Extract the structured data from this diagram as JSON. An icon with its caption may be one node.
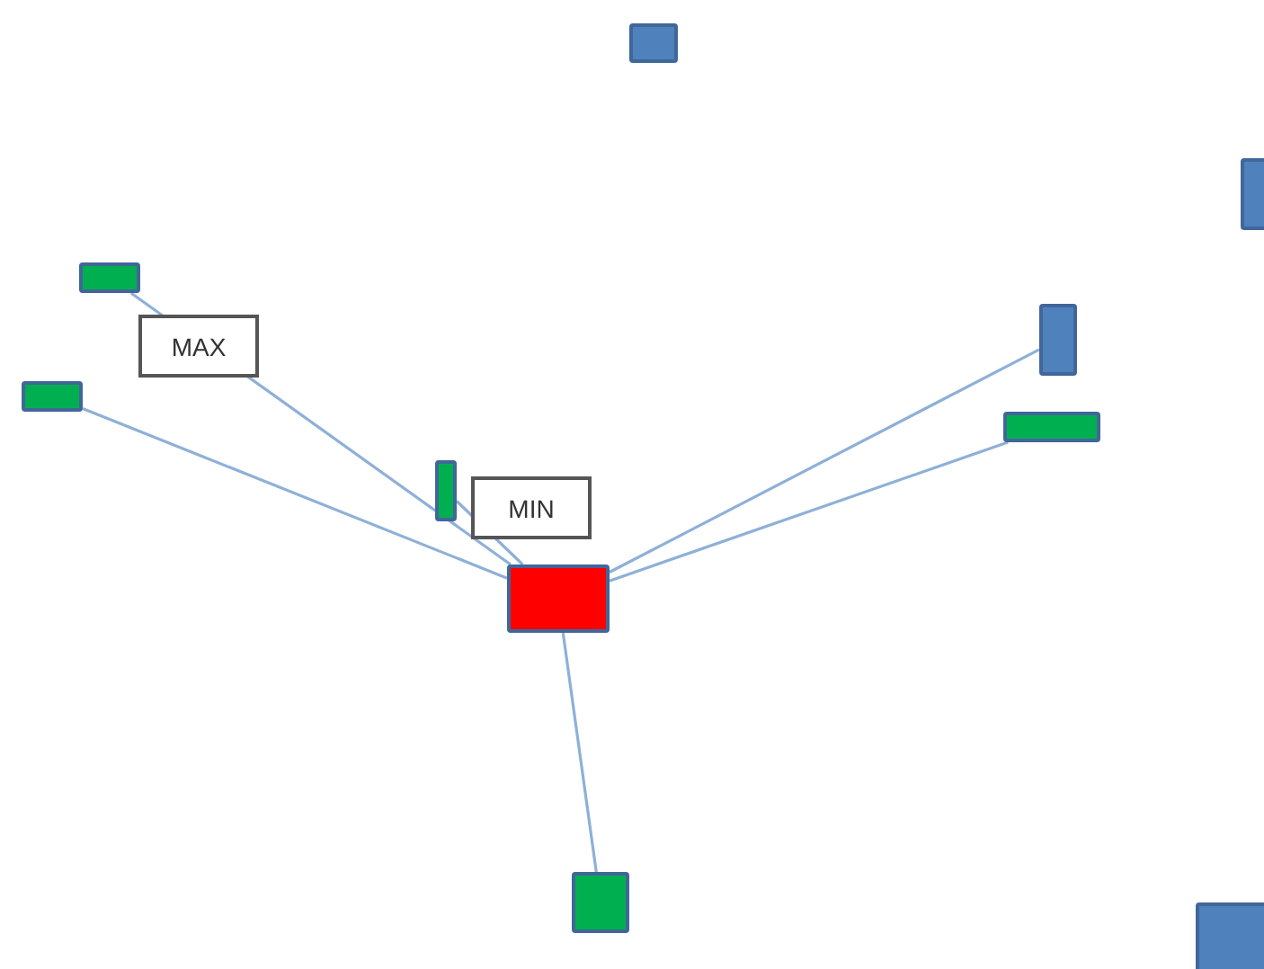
{
  "diagram": {
    "nodes": [
      {
        "text": [],
        "shape": "box"
      },
      {
        "text": [],
        "shape": "box"
      },
      {
        "text": [],
        "shape": "box"
      },
      {
        "text": [],
        "shape": "box"
      },
      {
        "text": [],
        "shape": "box"
      },
      {
        "text": [],
        "shape": "box"
      },
      {
        "text": [],
        "shape": "box"
      },
      {
        "text": [],
        "shape": "box"
      },
      {
        "text": [],
        "shape": "box"
      },
      {
        "text": [],
        "shape": "box"
      }
    ],
    "edges": [
      {
        "from": 2,
        "to": 7,
        "arrow": "none",
        "label": "MAX"
      },
      {
        "from": 4,
        "to": 7,
        "arrow": "none"
      },
      {
        "from": 6,
        "to": 7,
        "arrow": "none",
        "label": "MIN"
      },
      {
        "from": 3,
        "to": 7,
        "arrow": "none"
      },
      {
        "from": 5,
        "to": 7,
        "arrow": "none"
      },
      {
        "from": 8,
        "to": 7,
        "arrow": "none"
      }
    ]
  }
}
